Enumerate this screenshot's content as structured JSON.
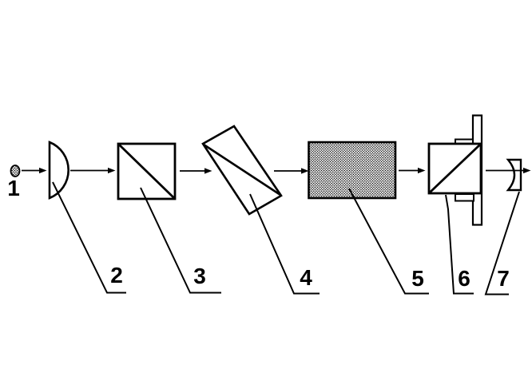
{
  "diagram": {
    "background_color": "#ffffff",
    "line_color": "#000000",
    "components": [
      {
        "label": "1",
        "shape": "dotted-circle-source"
      },
      {
        "label": "2",
        "shape": "plano-convex-lens"
      },
      {
        "label": "3",
        "shape": "cube-with-diagonal"
      },
      {
        "label": "4",
        "shape": "tilted-prism-with-diagonal"
      },
      {
        "label": "5",
        "shape": "dotted-rectangle"
      },
      {
        "label": "6",
        "shape": "cube-with-diagonal-on-mount"
      },
      {
        "label": "7",
        "shape": "concave-mirror"
      }
    ]
  }
}
